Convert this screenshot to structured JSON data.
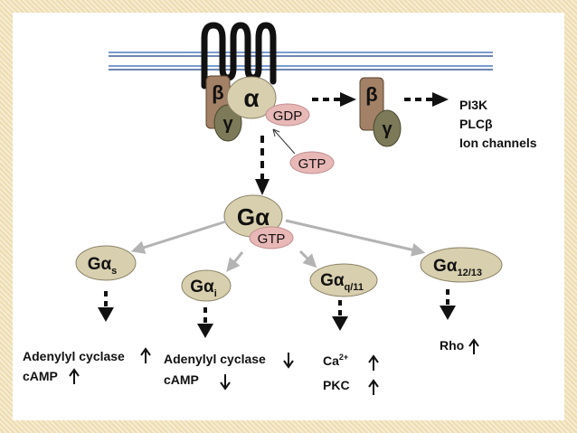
{
  "top": {
    "beta": "β",
    "alpha": "α",
    "gamma": "γ",
    "gdp": "GDP",
    "gtp": "GTP"
  },
  "dimer": {
    "beta": "β",
    "gamma": "γ"
  },
  "effectors": [
    "PI3K",
    "PLCβ",
    "Ion channels"
  ],
  "center": {
    "g": "G",
    "alpha": "α",
    "gtp": "GTP"
  },
  "subunits": [
    {
      "g": "G",
      "alpha": "α",
      "sub": "s"
    },
    {
      "g": "G",
      "alpha": "α",
      "sub": "i"
    },
    {
      "g": "G",
      "alpha": "α",
      "sub": "q/11"
    },
    {
      "g": "G",
      "alpha": "α",
      "sub": "12/13"
    }
  ],
  "outcomes": {
    "gs": [
      "Adenylyl cyclase",
      "cAMP"
    ],
    "gi": [
      "Adenylyl cyclase",
      "cAMP"
    ],
    "gq": {
      "ca": "Ca",
      "ca_sup": "2+",
      "pkc": "PKC"
    },
    "g12": [
      "Rho"
    ]
  },
  "colors": {
    "receptor": "#111111",
    "membrane": "#7b9ccf",
    "beta_fill": "#a38166",
    "gamma_fill": "#7c7a58",
    "alpha_fill": "#d8cfae",
    "gdp_gtp_fill": "#e8b8b6",
    "grey_arrow": "#b3b3b3"
  }
}
